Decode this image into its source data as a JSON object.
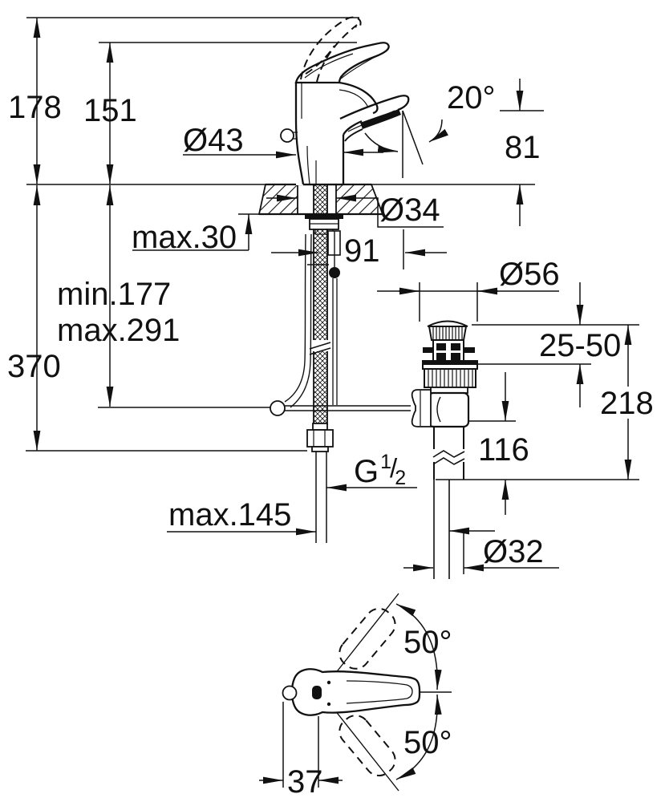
{
  "drawing": {
    "colors": {
      "ink": "#111111",
      "background": "#ffffff"
    },
    "labels": {
      "overall_height": "178",
      "body_height": "151",
      "body_diameter": "Ø43",
      "spout_angle": "20°",
      "outlet_height": "81",
      "hole_diameter": "Ø34",
      "deck_thickness": "max.30",
      "rod_offset": "91",
      "hose_min": "min.177",
      "hose_max": "max.291",
      "hose_length": "370",
      "waste_cap_diameter": "Ø56",
      "basin_thickness": "25-50",
      "waste_height": "218",
      "waste_outlet_height": "116",
      "thread_letter": "G",
      "thread_numerator": "1",
      "thread_slash": "/",
      "thread_denominator": "2",
      "supply_length": "max.145",
      "tailpipe_diameter": "Ø32",
      "swivel_angle_upper": "50°",
      "swivel_angle_lower": "50°",
      "lever_offset": "37"
    }
  }
}
